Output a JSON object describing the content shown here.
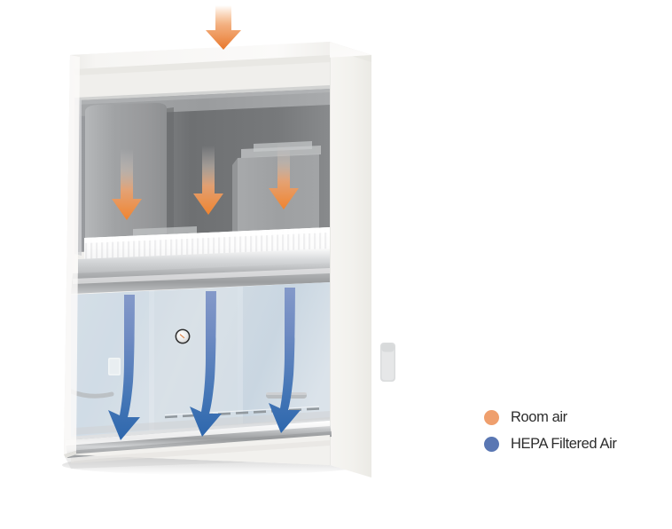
{
  "figure": {
    "kind": "airflow-diagram",
    "subject": "biosafety-cabinet",
    "background_color": "#ffffff"
  },
  "legend": {
    "position": "right",
    "items": [
      {
        "label": "Room air",
        "color": "#ef9f6d",
        "marker": "circle"
      },
      {
        "label": "HEPA Filtered Air",
        "color": "#5a77b3",
        "marker": "circle"
      }
    ]
  },
  "colors": {
    "room_air_arrow_top": "#c9c9cc",
    "room_air_arrow_bottom": "#f0842f",
    "hepa_arrow_top": "#7b93c6",
    "hepa_arrow_bottom": "#2e67ad",
    "cabinet_body": "#f4f3f1",
    "cabinet_side": "#efeeea",
    "plenum_dark": "#6f7173",
    "plenum_light": "#a9abad",
    "filter_white": "#fbfbfb",
    "glass_tint": "#ccd8e2",
    "worktop": "#d9dbdd",
    "metal_lip": "#b9bcbe"
  },
  "parts": {
    "intake_arrow": "room-air-intake-arrow",
    "top_panel": "cabinet-top-panel",
    "top_vent_slot": "top-vent-slot",
    "plenum": "upper-plenum-chamber",
    "blower_left": "blower-housing-left",
    "blower_right": "blower-housing-right",
    "hepa_filter": "hepa-filter-band",
    "filter_frame": "filter-frame-rail",
    "work_zone": "work-zone-glass",
    "gauge": "pressure-gauge",
    "outlet": "electrical-outlet",
    "handle_left": "sash-handle-left",
    "handle_right": "sash-handle-right",
    "grille": "front-intake-grille",
    "worktop": "work-surface",
    "front_lip": "front-metal-lip",
    "side_handle": "side-panel-handle",
    "shadow": "cabinet-drop-shadow"
  },
  "arrows": {
    "room_air_interior": [
      {
        "name": "room-air-arrow-1"
      },
      {
        "name": "room-air-arrow-2"
      },
      {
        "name": "room-air-arrow-3"
      }
    ],
    "hepa_downflow": [
      {
        "name": "hepa-arrow-1"
      },
      {
        "name": "hepa-arrow-2"
      },
      {
        "name": "hepa-arrow-3"
      }
    ]
  }
}
